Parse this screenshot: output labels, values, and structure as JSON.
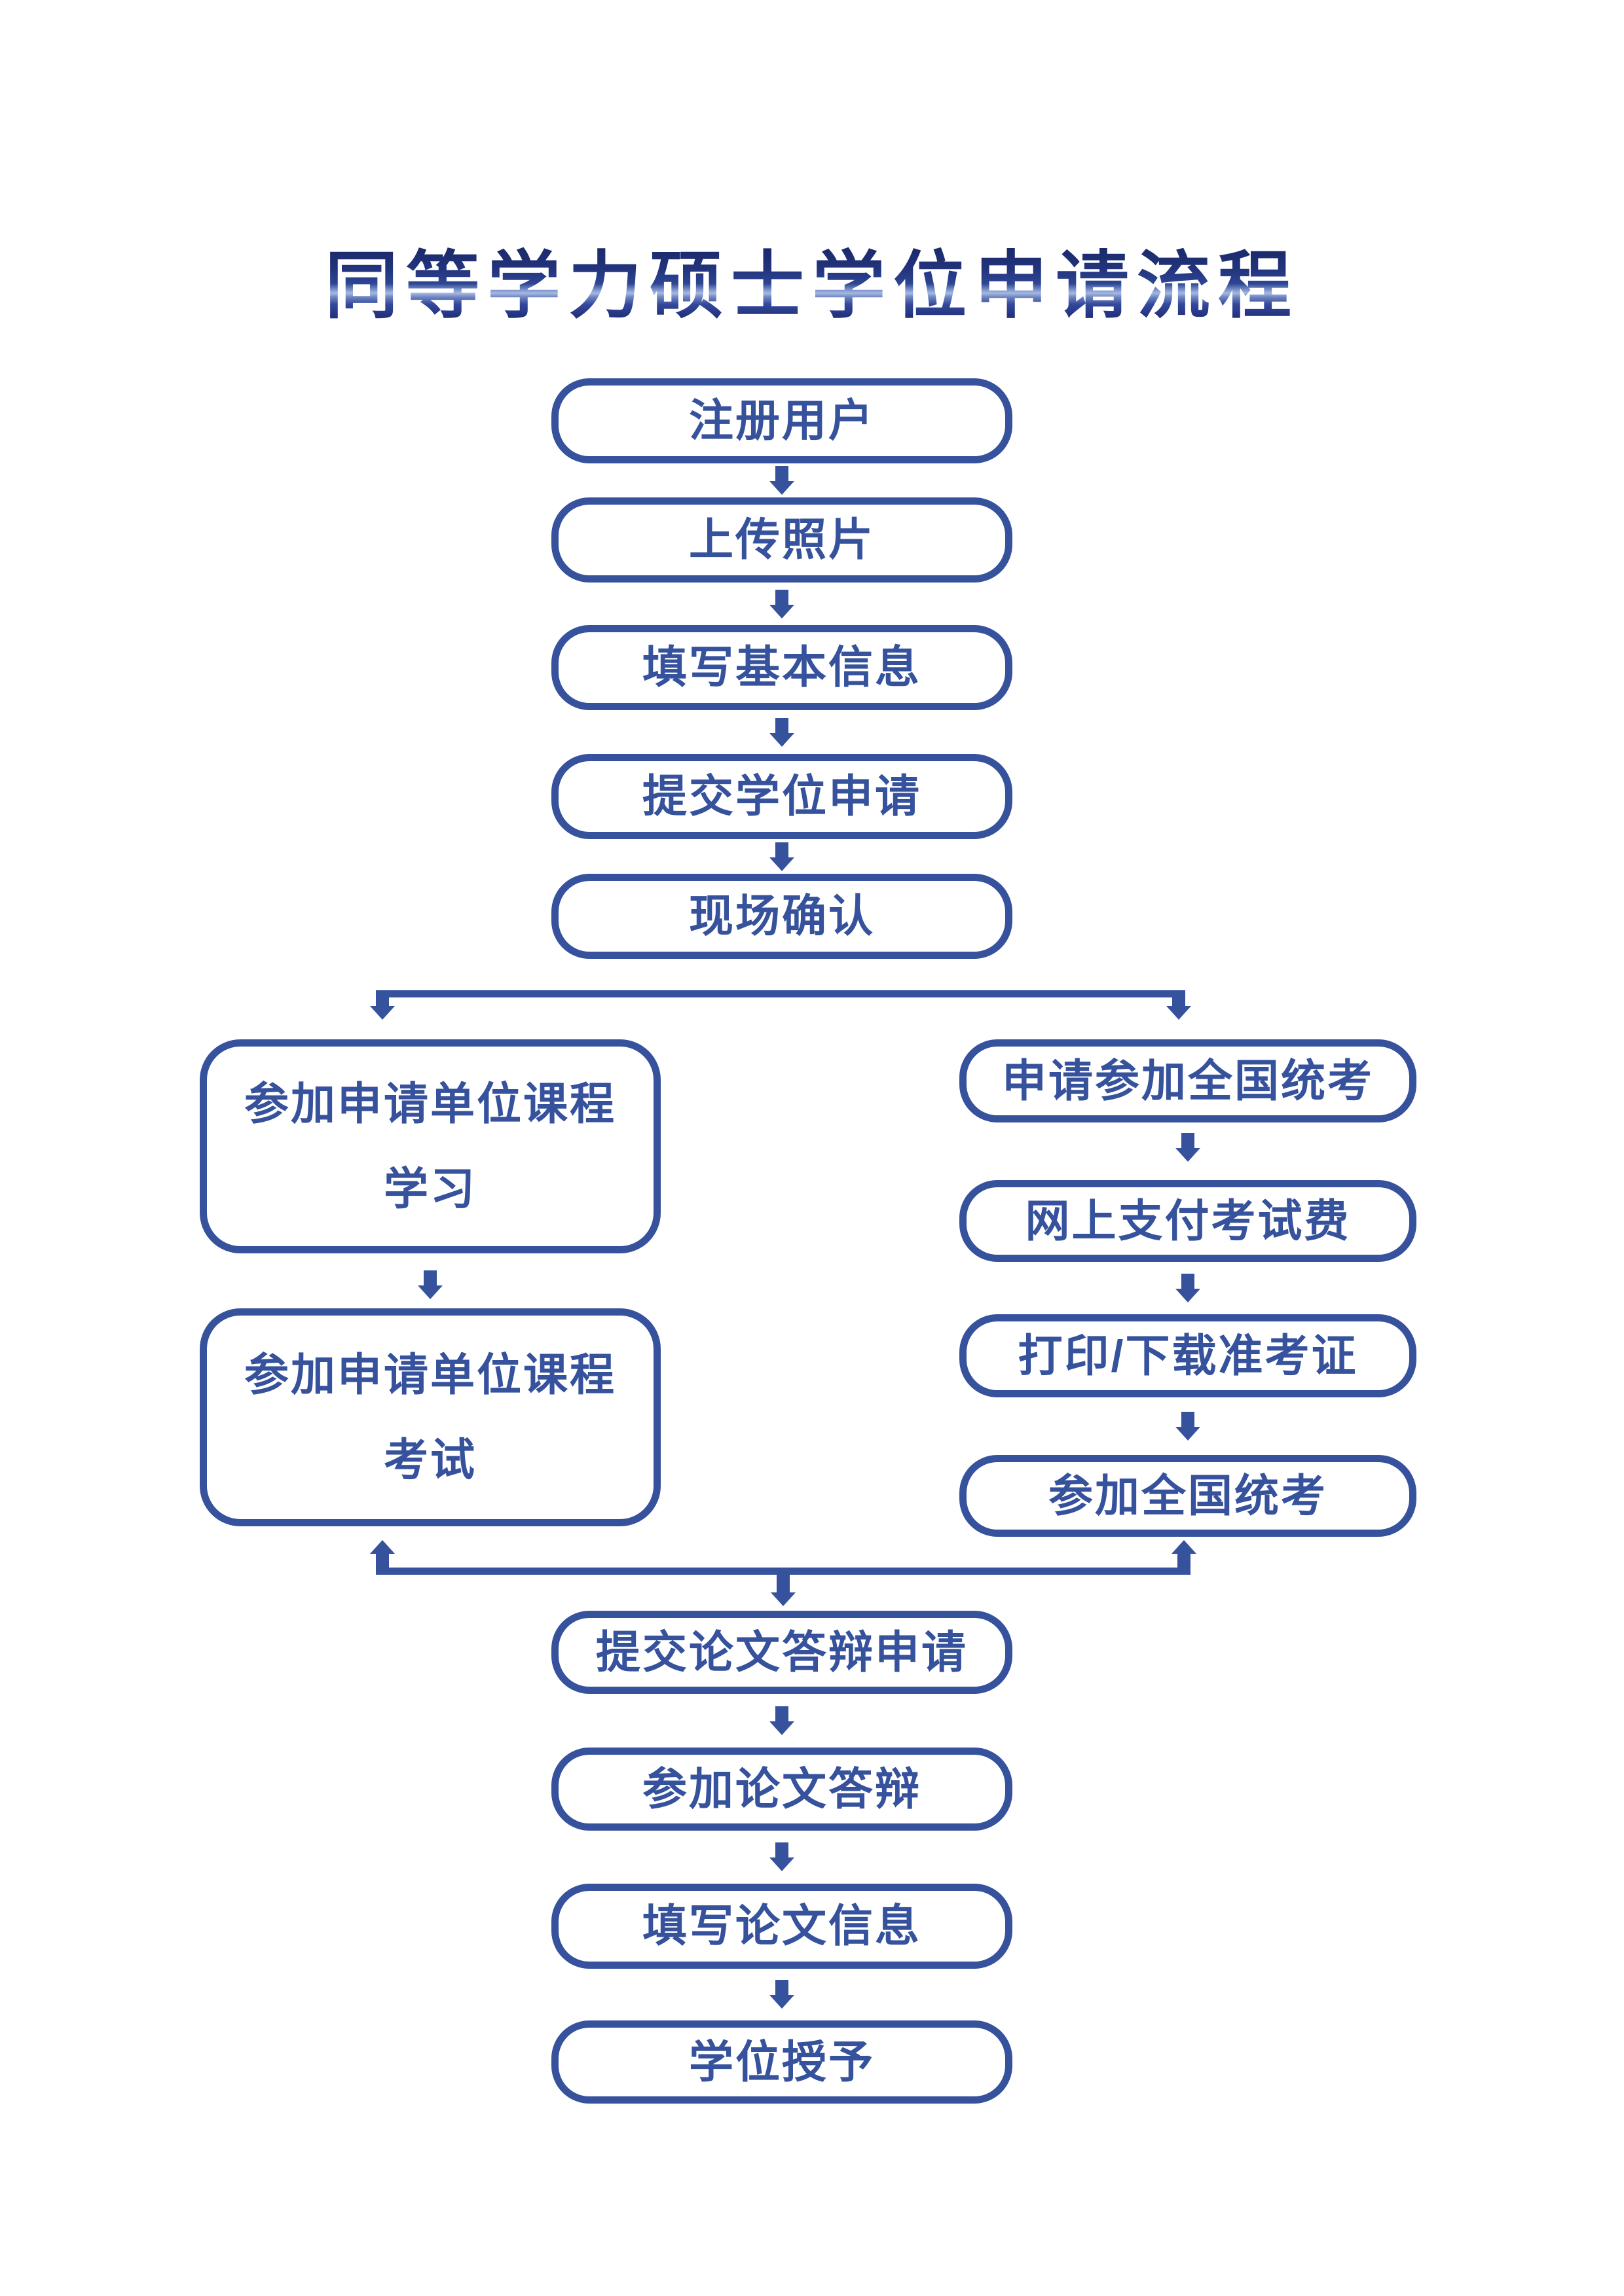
{
  "title": "同等学力硕士学位申请流程",
  "colors": {
    "primary": "#36529D",
    "background": "#FFFFFF",
    "title_gradient": [
      "#1A2968",
      "#2E4593",
      "#A7B8E0",
      "#33489C",
      "#1B2A6E"
    ]
  },
  "flow": {
    "main_top": [
      {
        "label": "注册用户"
      },
      {
        "label": "上传照片"
      },
      {
        "label": "填写基本信息"
      },
      {
        "label": "提交学位申请"
      },
      {
        "label": "现场确认"
      }
    ],
    "left_branch": [
      {
        "line1": "参加申请单位课程",
        "line2": "学习"
      },
      {
        "line1": "参加申请单位课程",
        "line2": "考试"
      }
    ],
    "right_branch": [
      {
        "label": "申请参加全国统考"
      },
      {
        "label": "网上支付考试费"
      },
      {
        "label": "打印/下载准考证"
      },
      {
        "label": "参加全国统考"
      }
    ],
    "main_bottom": [
      {
        "label": "提交论文答辩申请"
      },
      {
        "label": "参加论文答辩"
      },
      {
        "label": "填写论文信息"
      },
      {
        "label": "学位授予"
      }
    ]
  }
}
